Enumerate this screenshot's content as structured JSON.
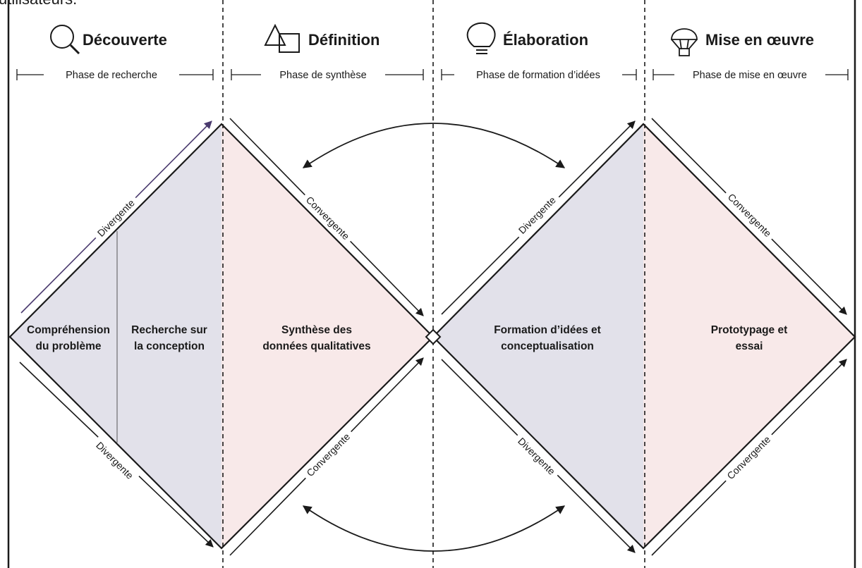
{
  "top_fragment": "utilisateurs.",
  "phases": [
    {
      "title": "Découverte",
      "subtitle": "Phase de recherche",
      "icon": "magnifier-icon"
    },
    {
      "title": "Définition",
      "subtitle": "Phase de synthèse",
      "icon": "shapes-icon"
    },
    {
      "title": "Élaboration",
      "subtitle": "Phase de formation d’idées",
      "icon": "lightbulb-icon"
    },
    {
      "title": "Mise en œuvre",
      "subtitle": "Phase de mise en œuvre",
      "icon": "parachute-icon"
    }
  ],
  "regions": {
    "r1": [
      "Compréhension",
      "du problème"
    ],
    "r2": [
      "Recherche sur",
      "la conception"
    ],
    "r3": [
      "Synthèse des",
      "données qualitatives"
    ],
    "r4": [
      "Formation d’idées et",
      "conceptualisation"
    ],
    "r5": [
      "Prototypage et",
      "essai"
    ]
  },
  "edges": {
    "divergente": "Divergente",
    "convergente": "Convergente"
  },
  "colors": {
    "blue_fill": "#e2e1ea",
    "pink_fill": "#f8e9e9",
    "accent_arrow": "#4a3a6e"
  }
}
